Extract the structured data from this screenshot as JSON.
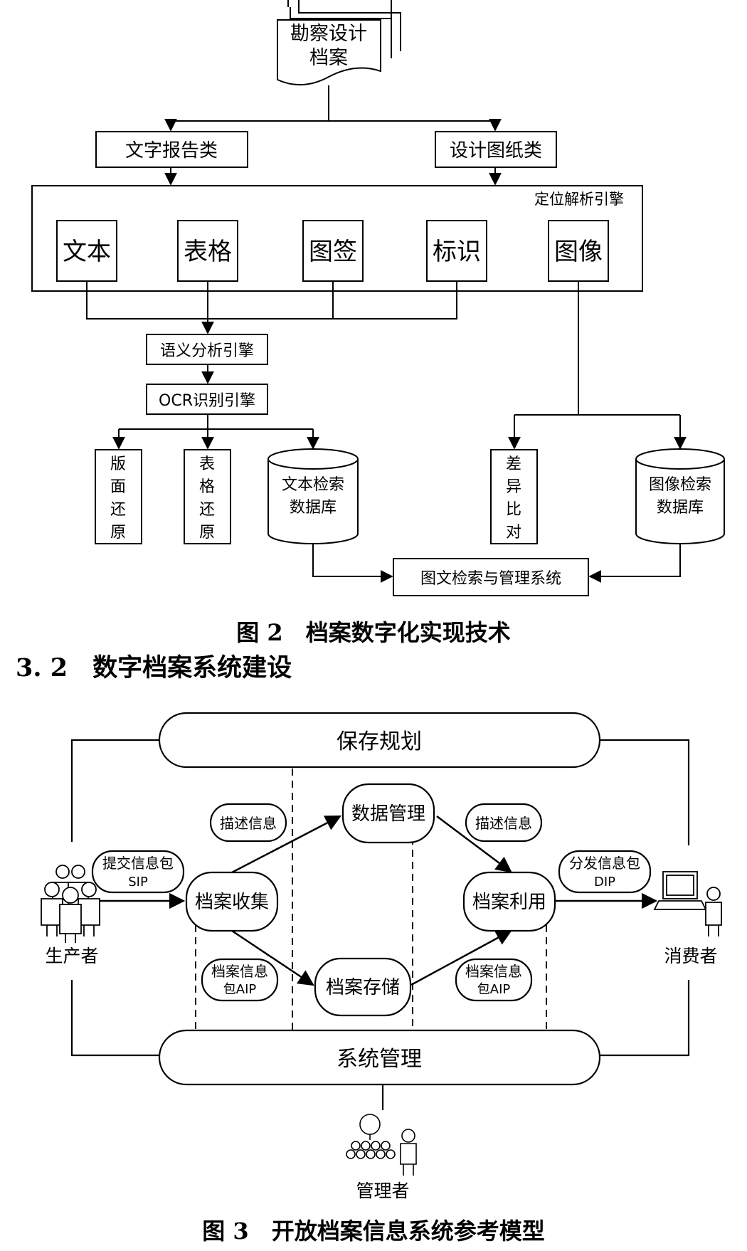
{
  "fig2": {
    "source": [
      "勘察设计",
      "档案"
    ],
    "cat_text": "文字报告类",
    "cat_drawing": "设计图纸类",
    "engine": "定位解析引擎",
    "items": [
      "文本",
      "表格",
      "图签",
      "标识",
      "图像"
    ],
    "semantic": "语义分析引擎",
    "ocr": "OCR识别引擎",
    "layout_restore": [
      "版",
      "面",
      "还",
      "原"
    ],
    "table_restore": [
      "表",
      "格",
      "还",
      "原"
    ],
    "text_db": [
      "文本检索",
      "数据库"
    ],
    "diff": [
      "差",
      "异",
      "比",
      "对"
    ],
    "image_db": [
      "图像检索",
      "数据库"
    ],
    "system": "图文检索与管理系统",
    "caption": "图 2　档案数字化实现技术"
  },
  "section_heading": "3. 2　数字档案系统建设",
  "fig3": {
    "plan": "保存规划",
    "sysmgmt": "系统管理",
    "data_mgmt": "数据管理",
    "collect": "档案收集",
    "store": "档案存储",
    "use": "档案利用",
    "desc_left": "描述信息",
    "desc_right": "描述信息",
    "sip": [
      "提交信息包",
      "SIP"
    ],
    "aip_left": [
      "档案信息",
      "包AIP"
    ],
    "aip_right": [
      "档案信息",
      "包AIP"
    ],
    "dip": [
      "分发信息包",
      "DIP"
    ],
    "producer": "生产者",
    "consumer": "消费者",
    "admin": "管理者",
    "caption": "图 3　开放档案信息系统参考模型"
  }
}
